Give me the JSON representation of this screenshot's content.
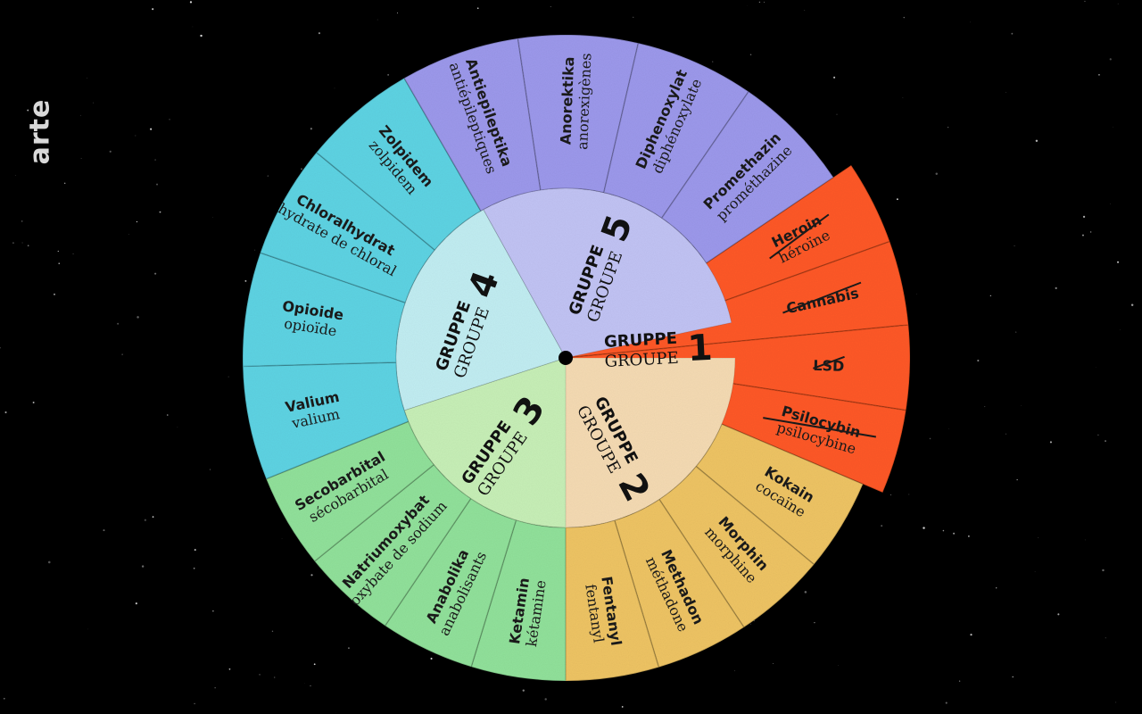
{
  "brand": {
    "logo_text": "arte"
  },
  "colors": {
    "background": "#000000",
    "center_dot": "#000000"
  },
  "groups": [
    {
      "id": "1",
      "label_de": "GRUPPE",
      "label_fr": "GROUPE",
      "number": "1",
      "outer": "#ff5a2b",
      "inner": "#ff5a2b",
      "exploded": true,
      "crossed": true,
      "substances": [
        {
          "de": "Heroin",
          "fr": "héroïne"
        },
        {
          "de": "Cannabis",
          "fr": ""
        },
        {
          "de": "LSD",
          "fr": ""
        },
        {
          "de": "Psilocybin",
          "fr": "psilocybine"
        }
      ]
    },
    {
      "id": "2",
      "label_de": "GRUPPE",
      "label_fr": "GROUPE",
      "number": "2",
      "outer": "#efc565",
      "inner": "#f6dcb4",
      "exploded": false,
      "crossed": false,
      "substances": [
        {
          "de": "Kokain",
          "fr": "cocaïne"
        },
        {
          "de": "Morphin",
          "fr": "morphine"
        },
        {
          "de": "Methadon",
          "fr": "méthadone"
        },
        {
          "de": "Fentanyl",
          "fr": "fentanyl"
        }
      ]
    },
    {
      "id": "3",
      "label_de": "GRUPPE",
      "label_fr": "GROUPE",
      "number": "3",
      "outer": "#92e29b",
      "inner": "#c8f0b8",
      "exploded": false,
      "crossed": false,
      "substances": [
        {
          "de": "Ketamin",
          "fr": "kétamine"
        },
        {
          "de": "Anabolika",
          "fr": "anabolisants"
        },
        {
          "de": "Natriumoxybat",
          "fr": "oxybate de sodium"
        },
        {
          "de": "Secobarbital",
          "fr": "sécobarbital"
        }
      ]
    },
    {
      "id": "4",
      "label_de": "GRUPPE",
      "label_fr": "GROUPE",
      "number": "4",
      "outer": "#5fd4e4",
      "inner": "#c2eef3",
      "exploded": false,
      "crossed": false,
      "substances": [
        {
          "de": "Valium",
          "fr": "valium"
        },
        {
          "de": "Opioide",
          "fr": "opioïde"
        },
        {
          "de": "Chloralhydrat",
          "fr": "hydrate de chloral"
        },
        {
          "de": "Zolpidem",
          "fr": "zolpidem"
        }
      ]
    },
    {
      "id": "5",
      "label_de": "GRUPPE",
      "label_fr": "GROUPE",
      "number": "5",
      "outer": "#9d9aec",
      "inner": "#c2c4f5",
      "exploded": false,
      "crossed": false,
      "substances": [
        {
          "de": "Antiepileptika",
          "fr": "antiépileptiques"
        },
        {
          "de": "Anorektika",
          "fr": "anorexigènes"
        },
        {
          "de": "Diphenoxylat",
          "fr": "diphénoxylate"
        },
        {
          "de": "Promethazin",
          "fr": "prométhazine"
        }
      ]
    }
  ]
}
